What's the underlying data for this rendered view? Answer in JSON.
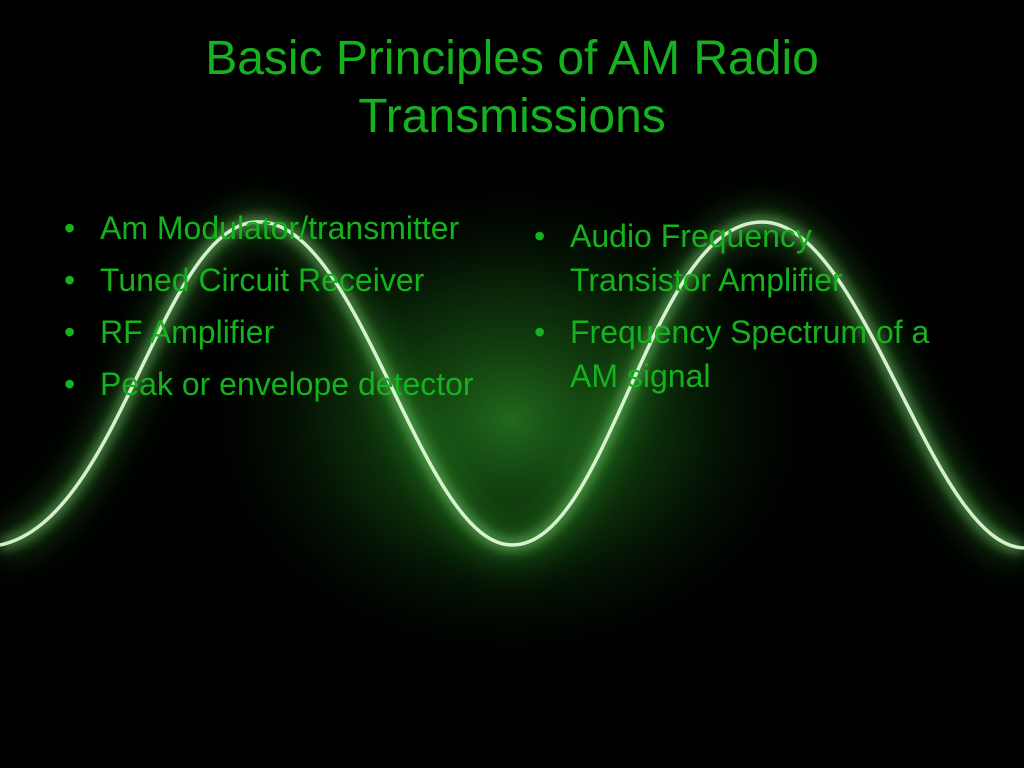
{
  "slide": {
    "title_lines": [
      "Basic Principles of AM Radio",
      "Transmissions"
    ],
    "left_bullets": [
      "Am Modulator/transmitter",
      "Tuned Circuit Receiver",
      "RF Amplifier",
      "Peak or envelope detector"
    ],
    "right_bullets": [
      "Audio Frequency Transistor Amplifier",
      "Frequency Spectrum of a AM signal"
    ],
    "bullet_glyph": "•"
  },
  "colors": {
    "background": "#000000",
    "text": "#16b21e",
    "wave": "#e8ffe0",
    "glow": "#2fa82a"
  },
  "icons": {
    "background": "sine-wave-glow-graphic"
  }
}
